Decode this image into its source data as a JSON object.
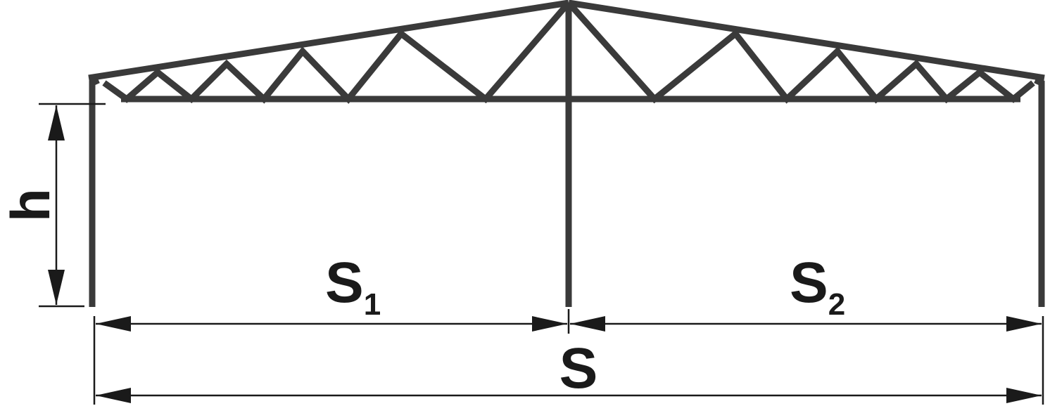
{
  "labels": {
    "height": "h",
    "span_left": "S",
    "span_left_sub": "1",
    "span_right": "S",
    "span_right_sub": "2",
    "span_total": "S"
  },
  "colors": {
    "structure": "#3a3a3a",
    "dimension": "#1a1a1a",
    "background": "#ffffff"
  }
}
